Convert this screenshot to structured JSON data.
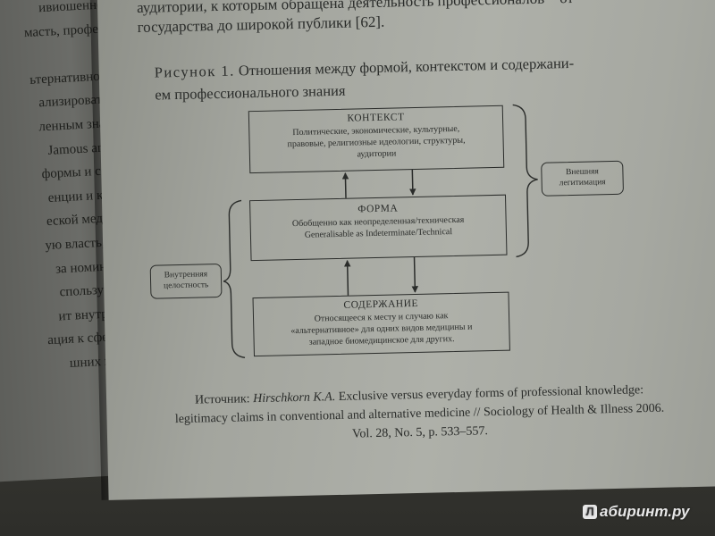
{
  "left_page_lines": [
    "ивиошенно",
    "масть, профес",
    "",
    "ьтернативной",
    "ализировать",
    "ленным зна-",
    "Jamous and",
    "формы и со-",
    "енции и ка-",
    "еской меди-",
    "ую власть, и",
    "за номина-",
    "спользую-",
    "ит внутри-",
    "ация к сфере",
    "шних ис-"
  ],
  "body_text": {
    "line1": "аудитории, к которым обращена деятельность профессионалов – от",
    "line2": "государства до широкой публики [62]."
  },
  "figure": {
    "caption_lead": "Рисунок 1.",
    "caption_text": " Отношения между формой, контекстом и содержани-",
    "caption_line2": "ем профессионального знания"
  },
  "diagram": {
    "context": {
      "title": "КОНТЕКСТ",
      "lines": [
        "Политические, экономические, культурные,",
        "правовые, религиозные идеологии, структуры,",
        "аудитории"
      ]
    },
    "form": {
      "title": "ФОРМА",
      "lines": [
        "Обобщенно как неопределенная/техническая",
        "Generalisable as Indeterminate/Technical"
      ]
    },
    "content": {
      "title": "СОДЕРЖАНИЕ",
      "lines": [
        "Относящееся к месту и случаю как",
        "«альтернативное» для одних видов медицины и",
        "западное биомедицинское для других."
      ]
    },
    "external": {
      "lines": [
        "Внешняя",
        "легитимация"
      ]
    },
    "internal": {
      "lines": [
        "Внутренняя",
        "целостность"
      ]
    }
  },
  "source": {
    "label": "Источник: ",
    "author": "Hirschkorn K.A.",
    "line1_rest": " Exclusive versus everyday forms of professional knowledge:",
    "line2": "legitimacy claims in conventional and alternative medicine // Sociology of Health & Illness 2006.",
    "line3": "Vol. 28, No. 5, p. 533–557."
  },
  "watermark": {
    "logo": "Л",
    "text": "абиринт.ру"
  }
}
